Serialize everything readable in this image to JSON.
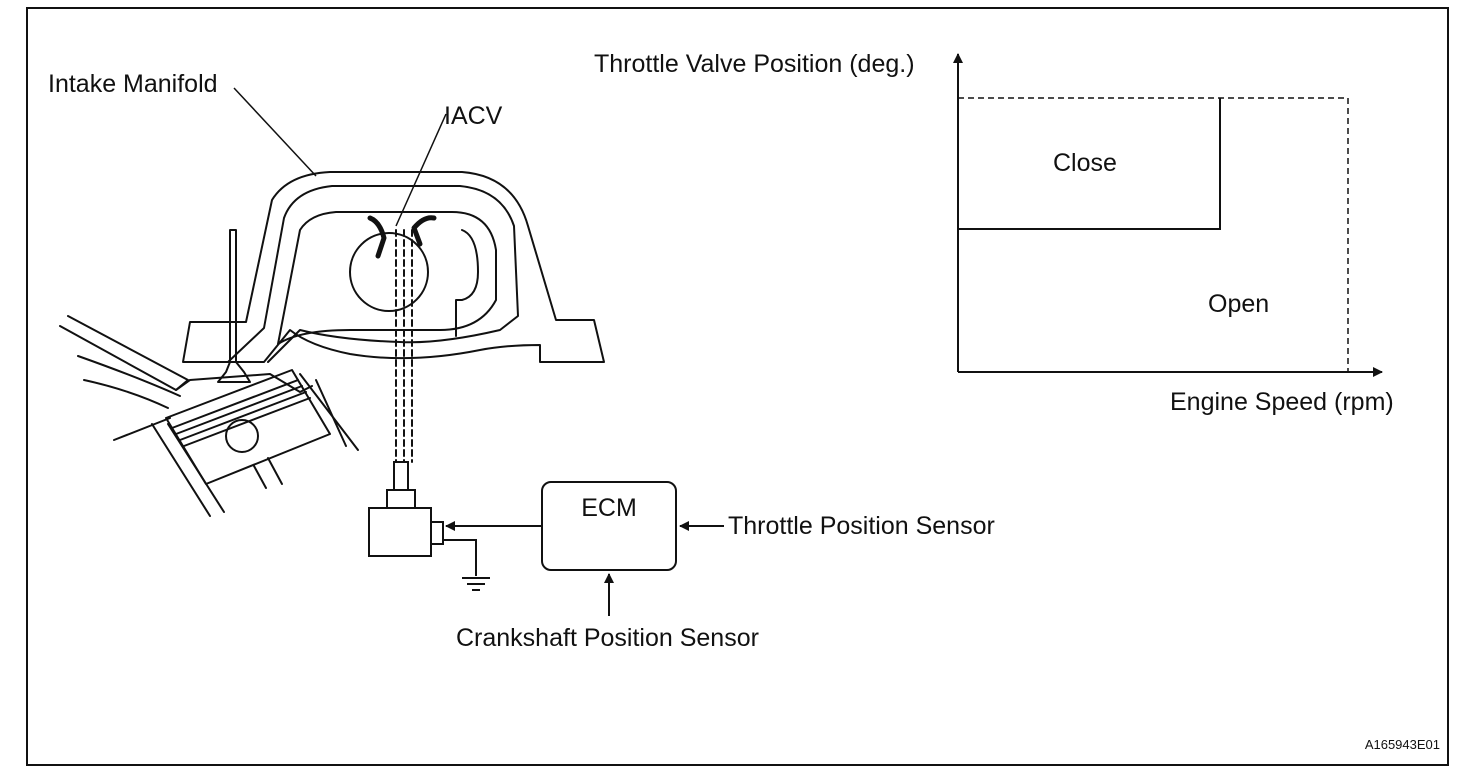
{
  "diagram": {
    "labels": {
      "intake_manifold": "Intake Manifold",
      "iacv": "IACV",
      "ecm": "ECM",
      "throttle_position_sensor": "Throttle Position Sensor",
      "crankshaft_position_sensor": "Crankshaft Position Sensor"
    },
    "graph": {
      "y_axis_label": "Throttle Valve Position (deg.)",
      "x_axis_label": "Engine Speed (rpm)",
      "region_close": "Close",
      "region_open": "Open"
    },
    "figure_code": "A165943E01"
  }
}
